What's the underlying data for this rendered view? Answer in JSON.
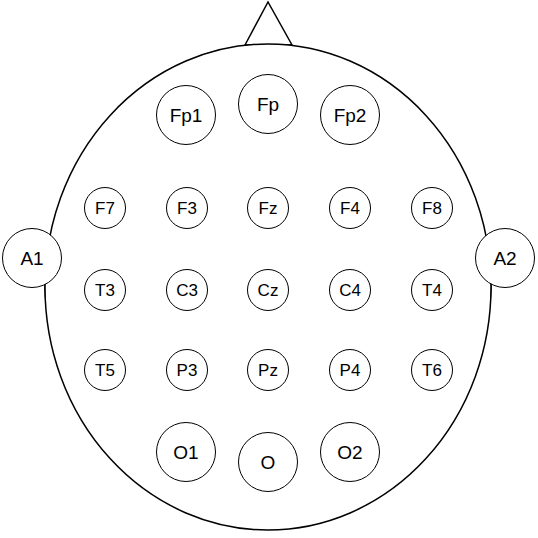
{
  "diagram": {
    "nodes": [
      {
        "text": [
          "Fp1"
        ]
      },
      {
        "text": [
          "Fp"
        ]
      },
      {
        "text": [
          "Fp2"
        ]
      },
      {
        "text": [
          "F7"
        ]
      },
      {
        "text": [
          "F3"
        ]
      },
      {
        "text": [
          "Fz"
        ]
      },
      {
        "text": [
          "F4"
        ]
      },
      {
        "text": [
          "F8"
        ]
      },
      {
        "text": [
          "A1"
        ]
      },
      {
        "text": [
          "T3"
        ]
      },
      {
        "text": [
          "C3"
        ]
      },
      {
        "text": [
          "Cz"
        ]
      },
      {
        "text": [
          "C4"
        ]
      },
      {
        "text": [
          "T4"
        ]
      },
      {
        "text": [
          "A2"
        ]
      },
      {
        "text": [
          "T5"
        ]
      },
      {
        "text": [
          "P3"
        ]
      },
      {
        "text": [
          "Pz"
        ]
      },
      {
        "text": [
          "P4"
        ]
      },
      {
        "text": [
          "T6"
        ]
      },
      {
        "text": [
          "O1"
        ]
      },
      {
        "text": [
          "O"
        ]
      },
      {
        "text": [
          "O2"
        ]
      }
    ]
  }
}
